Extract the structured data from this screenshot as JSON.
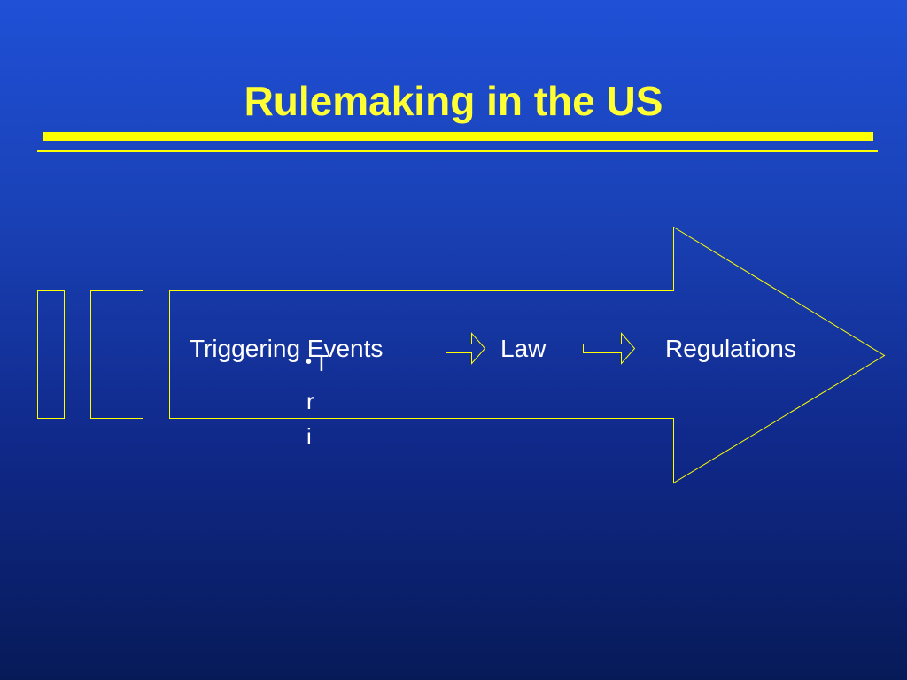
{
  "slide": {
    "title": "Rulemaking in the US"
  },
  "diagram": {
    "steps": [
      {
        "label": "Triggering Events"
      },
      {
        "label": "Law"
      },
      {
        "label": "Regulations"
      }
    ],
    "stray_text": {
      "bullet": "•",
      "chars": [
        "T",
        "r",
        "i"
      ]
    }
  },
  "colors": {
    "accent": "#ffff00",
    "title": "#ffff33",
    "text": "#ffffff",
    "background_top": "#1f50d6",
    "background_bottom": "#071a58"
  }
}
